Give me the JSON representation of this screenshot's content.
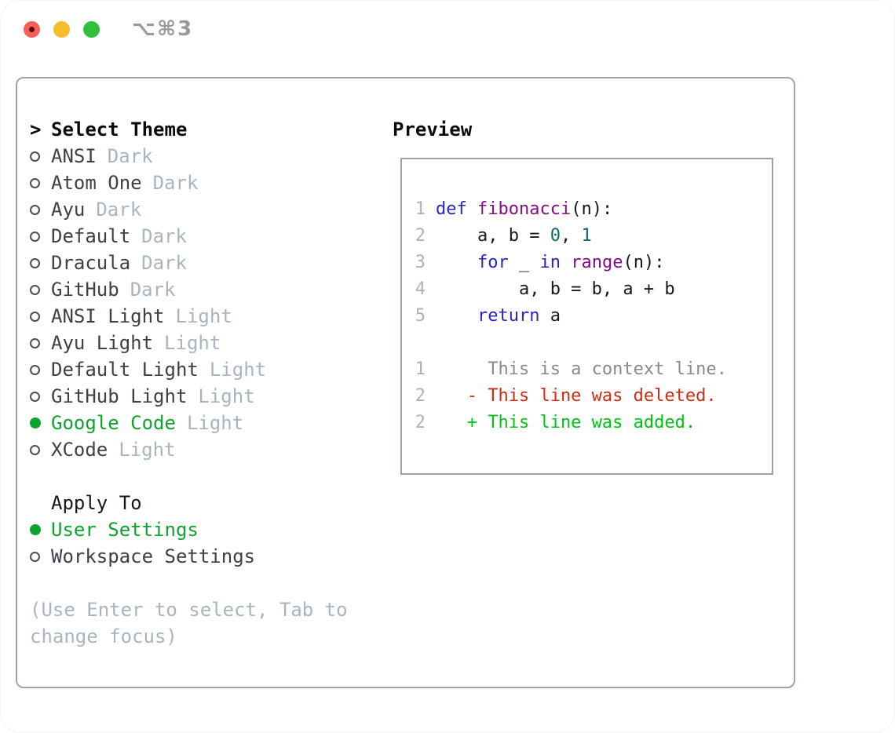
{
  "colors": {
    "accent_green": "#0ea32f",
    "muted": "#aab4c0",
    "text": "#3c4148",
    "heading": "#0a0a0a",
    "border": "#9aa3ae",
    "keyword": "#2626c4",
    "function": "#850c85",
    "literal": "#0b6b6f",
    "code_text": "#18181a",
    "context": "#8a8a8a",
    "deleted": "#cf2b11",
    "added": "#00c314",
    "line_number": "#a9b3c2",
    "traffic_red": "#f95f57",
    "traffic_yellow": "#f5bd2e",
    "traffic_green": "#32c03c",
    "title_text": "#9a9a9a"
  },
  "titlebar": {
    "title": "⌥⌘3"
  },
  "theme_panel": {
    "header_marker": ">",
    "header": "Select Theme",
    "items": [
      {
        "label": "ANSI",
        "variant": "Dark",
        "selected": false
      },
      {
        "label": "Atom One",
        "variant": "Dark",
        "selected": false
      },
      {
        "label": "Ayu",
        "variant": "Dark",
        "selected": false
      },
      {
        "label": "Default",
        "variant": "Dark",
        "selected": false
      },
      {
        "label": "Dracula",
        "variant": "Dark",
        "selected": false
      },
      {
        "label": "GitHub",
        "variant": "Dark",
        "selected": false
      },
      {
        "label": "ANSI Light",
        "variant": "Light",
        "selected": false
      },
      {
        "label": "Ayu Light",
        "variant": "Light",
        "selected": false
      },
      {
        "label": "Default Light",
        "variant": "Light",
        "selected": false
      },
      {
        "label": "GitHub Light",
        "variant": "Light",
        "selected": false
      },
      {
        "label": "Google Code",
        "variant": "Light",
        "selected": true
      },
      {
        "label": "XCode",
        "variant": "Light",
        "selected": false
      }
    ],
    "apply_header": "Apply To",
    "apply_items": [
      {
        "label": "User Settings",
        "selected": true
      },
      {
        "label": "Workspace Settings",
        "selected": false
      }
    ],
    "hint_lines": [
      "(Use Enter to select, Tab to",
      "change focus)"
    ]
  },
  "preview_panel": {
    "header": "Preview",
    "code_lines": [
      {
        "num": "1",
        "tokens": [
          {
            "t": "def",
            "c": "keyword"
          },
          {
            "t": " "
          },
          {
            "t": "fibonacci",
            "c": "function"
          },
          {
            "t": "(n):"
          }
        ]
      },
      {
        "num": "2",
        "tokens": [
          {
            "t": "    a, b = "
          },
          {
            "t": "0",
            "c": "literal"
          },
          {
            "t": ", "
          },
          {
            "t": "1",
            "c": "literal"
          }
        ]
      },
      {
        "num": "3",
        "tokens": [
          {
            "t": "    "
          },
          {
            "t": "for",
            "c": "keyword"
          },
          {
            "t": " _ "
          },
          {
            "t": "in",
            "c": "keyword"
          },
          {
            "t": " "
          },
          {
            "t": "range",
            "c": "function"
          },
          {
            "t": "(n):"
          }
        ]
      },
      {
        "num": "4",
        "tokens": [
          {
            "t": "        a, b = b, a + b"
          }
        ]
      },
      {
        "num": "5",
        "tokens": [
          {
            "t": "    "
          },
          {
            "t": "return",
            "c": "keyword"
          },
          {
            "t": " a"
          }
        ]
      }
    ],
    "diff_lines": [
      {
        "num": "1",
        "tokens": [
          {
            "t": "     This is a context line.",
            "c": "context"
          }
        ]
      },
      {
        "num": "2",
        "tokens": [
          {
            "t": "   - This line was deleted.",
            "c": "deleted"
          }
        ]
      },
      {
        "num": "2",
        "tokens": [
          {
            "t": "   + This line was added.",
            "c": "added"
          }
        ]
      }
    ]
  }
}
